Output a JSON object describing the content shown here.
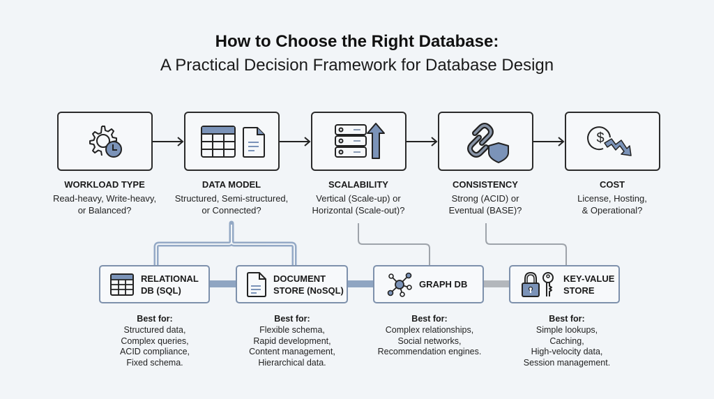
{
  "header": {
    "title": "How to Choose the Right Database:",
    "subtitle": "A Practical Decision Framework for Database Design"
  },
  "steps": [
    {
      "label": "WORKLOAD TYPE",
      "desc_lines": [
        "Read-heavy, Write-heavy,",
        "or Balanced?"
      ],
      "icon": "gear-clock-icon"
    },
    {
      "label": "DATA MODEL",
      "desc_lines": [
        "Structured, Semi-structured,",
        "or Connected?"
      ],
      "icon": "table-document-icon"
    },
    {
      "label": "SCALABILITY",
      "desc_lines": [
        "Vertical (Scale-up) or",
        "Horizontal (Scale-out)?"
      ],
      "icon": "server-arrow-up-icon"
    },
    {
      "label": "CONSISTENCY",
      "desc_lines": [
        "Strong (ACID) or",
        "Eventual (BASE)?"
      ],
      "icon": "chain-shield-icon"
    },
    {
      "label": "COST",
      "desc_lines": [
        "License, Hosting,",
        "& Operational?"
      ],
      "icon": "dollar-down-icon"
    }
  ],
  "databases": [
    {
      "label_lines": [
        "RELATIONAL",
        "DB (SQL)"
      ],
      "icon": "table-icon",
      "best_for_title": "Best for:",
      "best_for": [
        "Structured data,",
        "Complex queries,",
        "ACID compliance,",
        "Fixed schema."
      ]
    },
    {
      "label_lines": [
        "DOCUMENT",
        "STORE (NoSQL)"
      ],
      "icon": "document-icon",
      "best_for_title": "Best for:",
      "best_for": [
        "Flexible schema,",
        "Rapid development,",
        "Content management,",
        "Hierarchical data."
      ]
    },
    {
      "label_lines": [
        "GRAPH DB"
      ],
      "icon": "graph-nodes-icon",
      "best_for_title": "Best for:",
      "best_for": [
        "Complex relationships,",
        "Social networks,",
        "Recommendation engines."
      ]
    },
    {
      "label_lines": [
        "KEY-VALUE",
        "STORE"
      ],
      "icon": "lock-key-icon",
      "best_for_title": "Best for:",
      "best_for": [
        "Simple lookups,",
        "Caching,",
        "High-velocity data,",
        "Session management."
      ]
    }
  ],
  "colors": {
    "background": "#f2f5f8",
    "accent_blue": "#7b93b8",
    "connector_blue": "#8fa5c2",
    "connector_gray": "#a9adb3",
    "outline": "#2b2b2b"
  }
}
